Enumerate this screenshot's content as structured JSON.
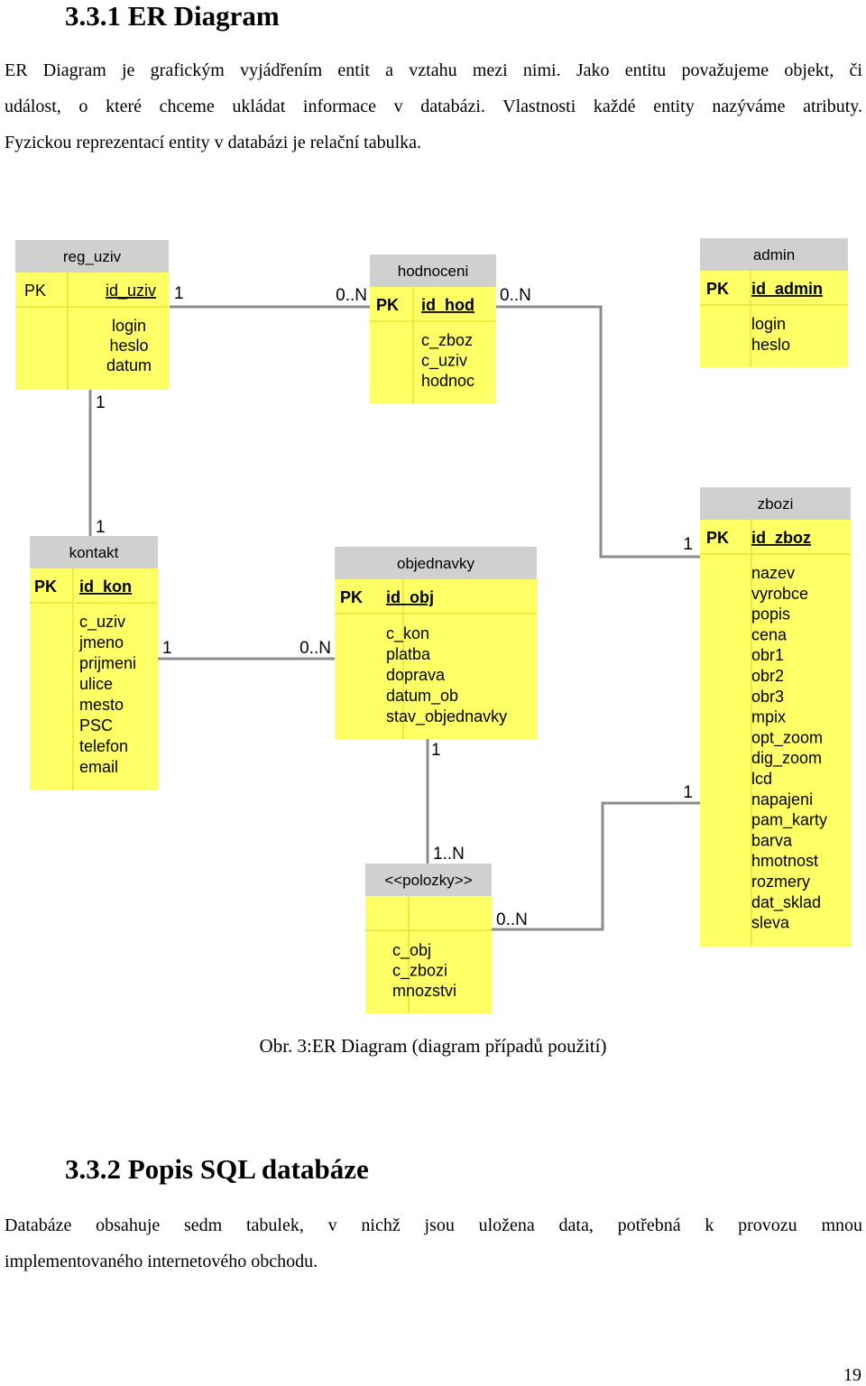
{
  "section1": {
    "heading": "3.3.1 ER Diagram",
    "lines": [
      "ER Diagram je grafickým vyjádřením entit a vztahu mezi nimi. Jako entitu považujeme objekt, či",
      "událost, o které chceme ukládat informace v databázi. Vlastnosti každé entity nazýváme atributy.",
      "Fyzickou reprezentací entity v databázi je relační tabulka."
    ]
  },
  "diagram": {
    "pk_label": "PK",
    "entities": {
      "reg_uziv": {
        "name": "reg_uziv",
        "pk": "id_uziv",
        "attrs": [
          "login",
          "heslo",
          "datum"
        ]
      },
      "hodnoceni": {
        "name": "hodnoceni",
        "pk": "id_hod",
        "attrs": [
          "c_zboz",
          "c_uziv",
          "hodnoc"
        ]
      },
      "admin": {
        "name": "admin",
        "pk": "id_admin",
        "attrs": [
          "login",
          "heslo"
        ]
      },
      "kontakt": {
        "name": "kontakt",
        "pk": "id_kon",
        "attrs": [
          "c_uziv",
          "jmeno",
          "prijmeni",
          "ulice",
          "mesto",
          "PSC",
          "telefon",
          "email"
        ]
      },
      "objednavky": {
        "name": "objednavky",
        "pk": "id_obj",
        "attrs": [
          "c_kon",
          "platba",
          "doprava",
          "datum_ob",
          "stav_objednavky"
        ]
      },
      "zbozi": {
        "name": "zbozi",
        "pk": "id_zboz",
        "attrs": [
          "nazev",
          "vyrobce",
          "popis",
          "cena",
          "obr1",
          "obr2",
          "obr3",
          "mpix",
          "opt_zoom",
          "dig_zoom",
          "lcd",
          "napajeni",
          "pam_karty",
          "barva",
          "hmotnost",
          "rozmery",
          "dat_sklad",
          "sleva"
        ]
      },
      "polozky": {
        "name": "<<polozky>>",
        "attrs": [
          "c_obj",
          "c_zbozi",
          "mnozstvi"
        ]
      }
    },
    "cardinalities": {
      "reg_hod_one": "1",
      "reg_hod_many": "0..N",
      "hod_zbozi_many": "0..N",
      "hod_zbozi_one": "1",
      "reg_kon_top": "1",
      "reg_kon_bottom": "1",
      "kon_obj_one": "1",
      "kon_obj_many": "0..N",
      "obj_pol_one": "1",
      "obj_pol_many": "1..N",
      "pol_zbozi_many": "0..N",
      "pol_zbozi_one": "1"
    }
  },
  "caption": "Obr. 3:ER Diagram (diagram případů použití)",
  "section2": {
    "heading": "3.3.2 Popis SQL databáze",
    "lines": [
      "Databáze obsahuje sedm tabulek, v nichž jsou uložena data, potřebná k provozu mnou",
      "implementovaného internetového obchodu."
    ]
  },
  "page_number": "19",
  "colors": {
    "entity_header": "#d0d0d0",
    "entity_body": "#ffff66",
    "connector": "#8c8c8c",
    "text": "#000000"
  }
}
